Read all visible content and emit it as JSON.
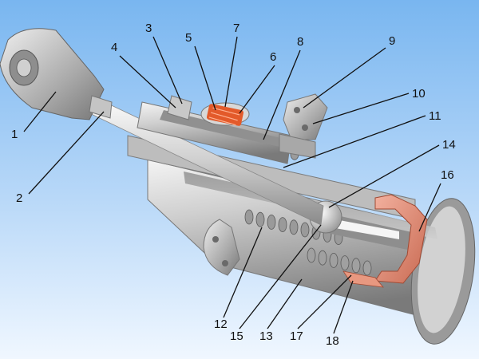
{
  "callouts": [
    {
      "label": "1"
    },
    {
      "label": "2"
    },
    {
      "label": "3"
    },
    {
      "label": "4"
    },
    {
      "label": "5"
    },
    {
      "label": "6"
    },
    {
      "label": "7"
    },
    {
      "label": "8"
    },
    {
      "label": "9"
    },
    {
      "label": "10"
    },
    {
      "label": "11"
    },
    {
      "label": "12"
    },
    {
      "label": "13"
    },
    {
      "label": "14"
    },
    {
      "label": "15"
    },
    {
      "label": "16"
    },
    {
      "label": "17"
    },
    {
      "label": "18"
    }
  ],
  "colors": {
    "background_top": "#7cb8f0",
    "background_bottom": "#eef6ff",
    "metal_light": "#e6e6e6",
    "metal_mid": "#b4b4b4",
    "metal_dark": "#6e6e6e",
    "copper": "#e0806a",
    "copper_light": "#f2b09e",
    "glass_window": "#e35a2a",
    "leader_lines": "#111111"
  }
}
